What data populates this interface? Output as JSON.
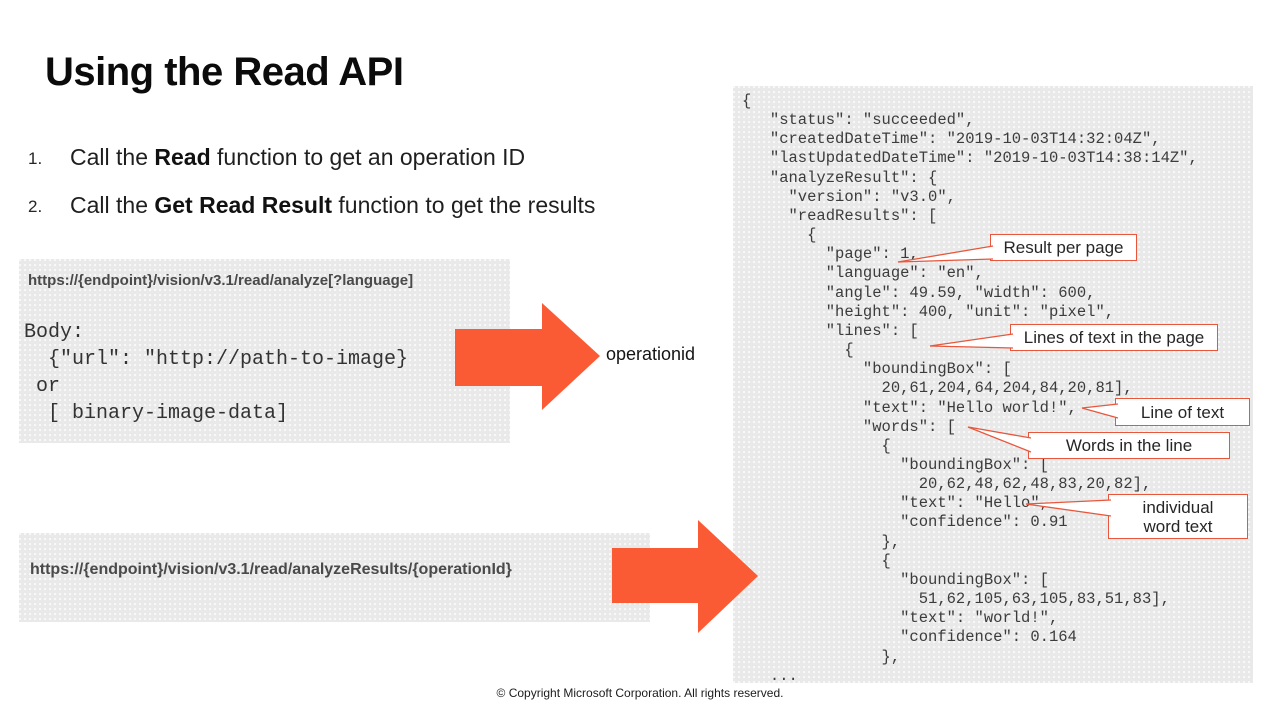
{
  "title": "Using the Read API",
  "steps": [
    {
      "number": "1.",
      "prefix": "Call the ",
      "bold": "Read",
      "suffix": " function to get an operation ID"
    },
    {
      "number": "2.",
      "prefix": "Call the ",
      "bold": "Get Read Result",
      "suffix": " function to get the results"
    }
  ],
  "read_request": {
    "url": "https://{endpoint}/vision/v3.1/read/analyze[?language]",
    "body": "Body:\n  {\"url\": \"http://path-to-image}\n or\n  [ binary-image-data]"
  },
  "arrow1_label": "operationid",
  "get_result_request": {
    "url": "https://{endpoint}/vision/v3.1/read/analyzeResults/{operationId}"
  },
  "response": {
    "code": "{\n   \"status\": \"succeeded\",\n   \"createdDateTime\": \"2019-10-03T14:32:04Z\",\n   \"lastUpdatedDateTime\": \"2019-10-03T14:38:14Z\",\n   \"analyzeResult\": {\n     \"version\": \"v3.0\",\n     \"readResults\": [\n       {\n         \"page\": 1,\n         \"language\": \"en\",\n         \"angle\": 49.59, \"width\": 600,\n         \"height\": 400, \"unit\": \"pixel\",\n         \"lines\": [\n           {\n             \"boundingBox\": [\n               20,61,204,64,204,84,20,81],\n             \"text\": \"Hello world!\",\n             \"words\": [\n               {\n                 \"boundingBox\": [\n                   20,62,48,62,48,83,20,82],\n                 \"text\": \"Hello\",\n                 \"confidence\": 0.91\n               },\n               {\n                 \"boundingBox\": [\n                   51,62,105,63,105,83,51,83],\n                 \"text\": \"world!\",\n                 \"confidence\": 0.164\n               },\n   ..."
  },
  "callouts": [
    {
      "label": "Result per page"
    },
    {
      "label": "Lines of text in the page"
    },
    {
      "label": "Line of text"
    },
    {
      "label": "Words in the line"
    },
    {
      "label": "individual\nword text"
    }
  ],
  "footer": "© Copyright Microsoft Corporation. All rights reserved.",
  "colors": {
    "accent": "#FA5B35",
    "callout_border": "#E8573C"
  }
}
